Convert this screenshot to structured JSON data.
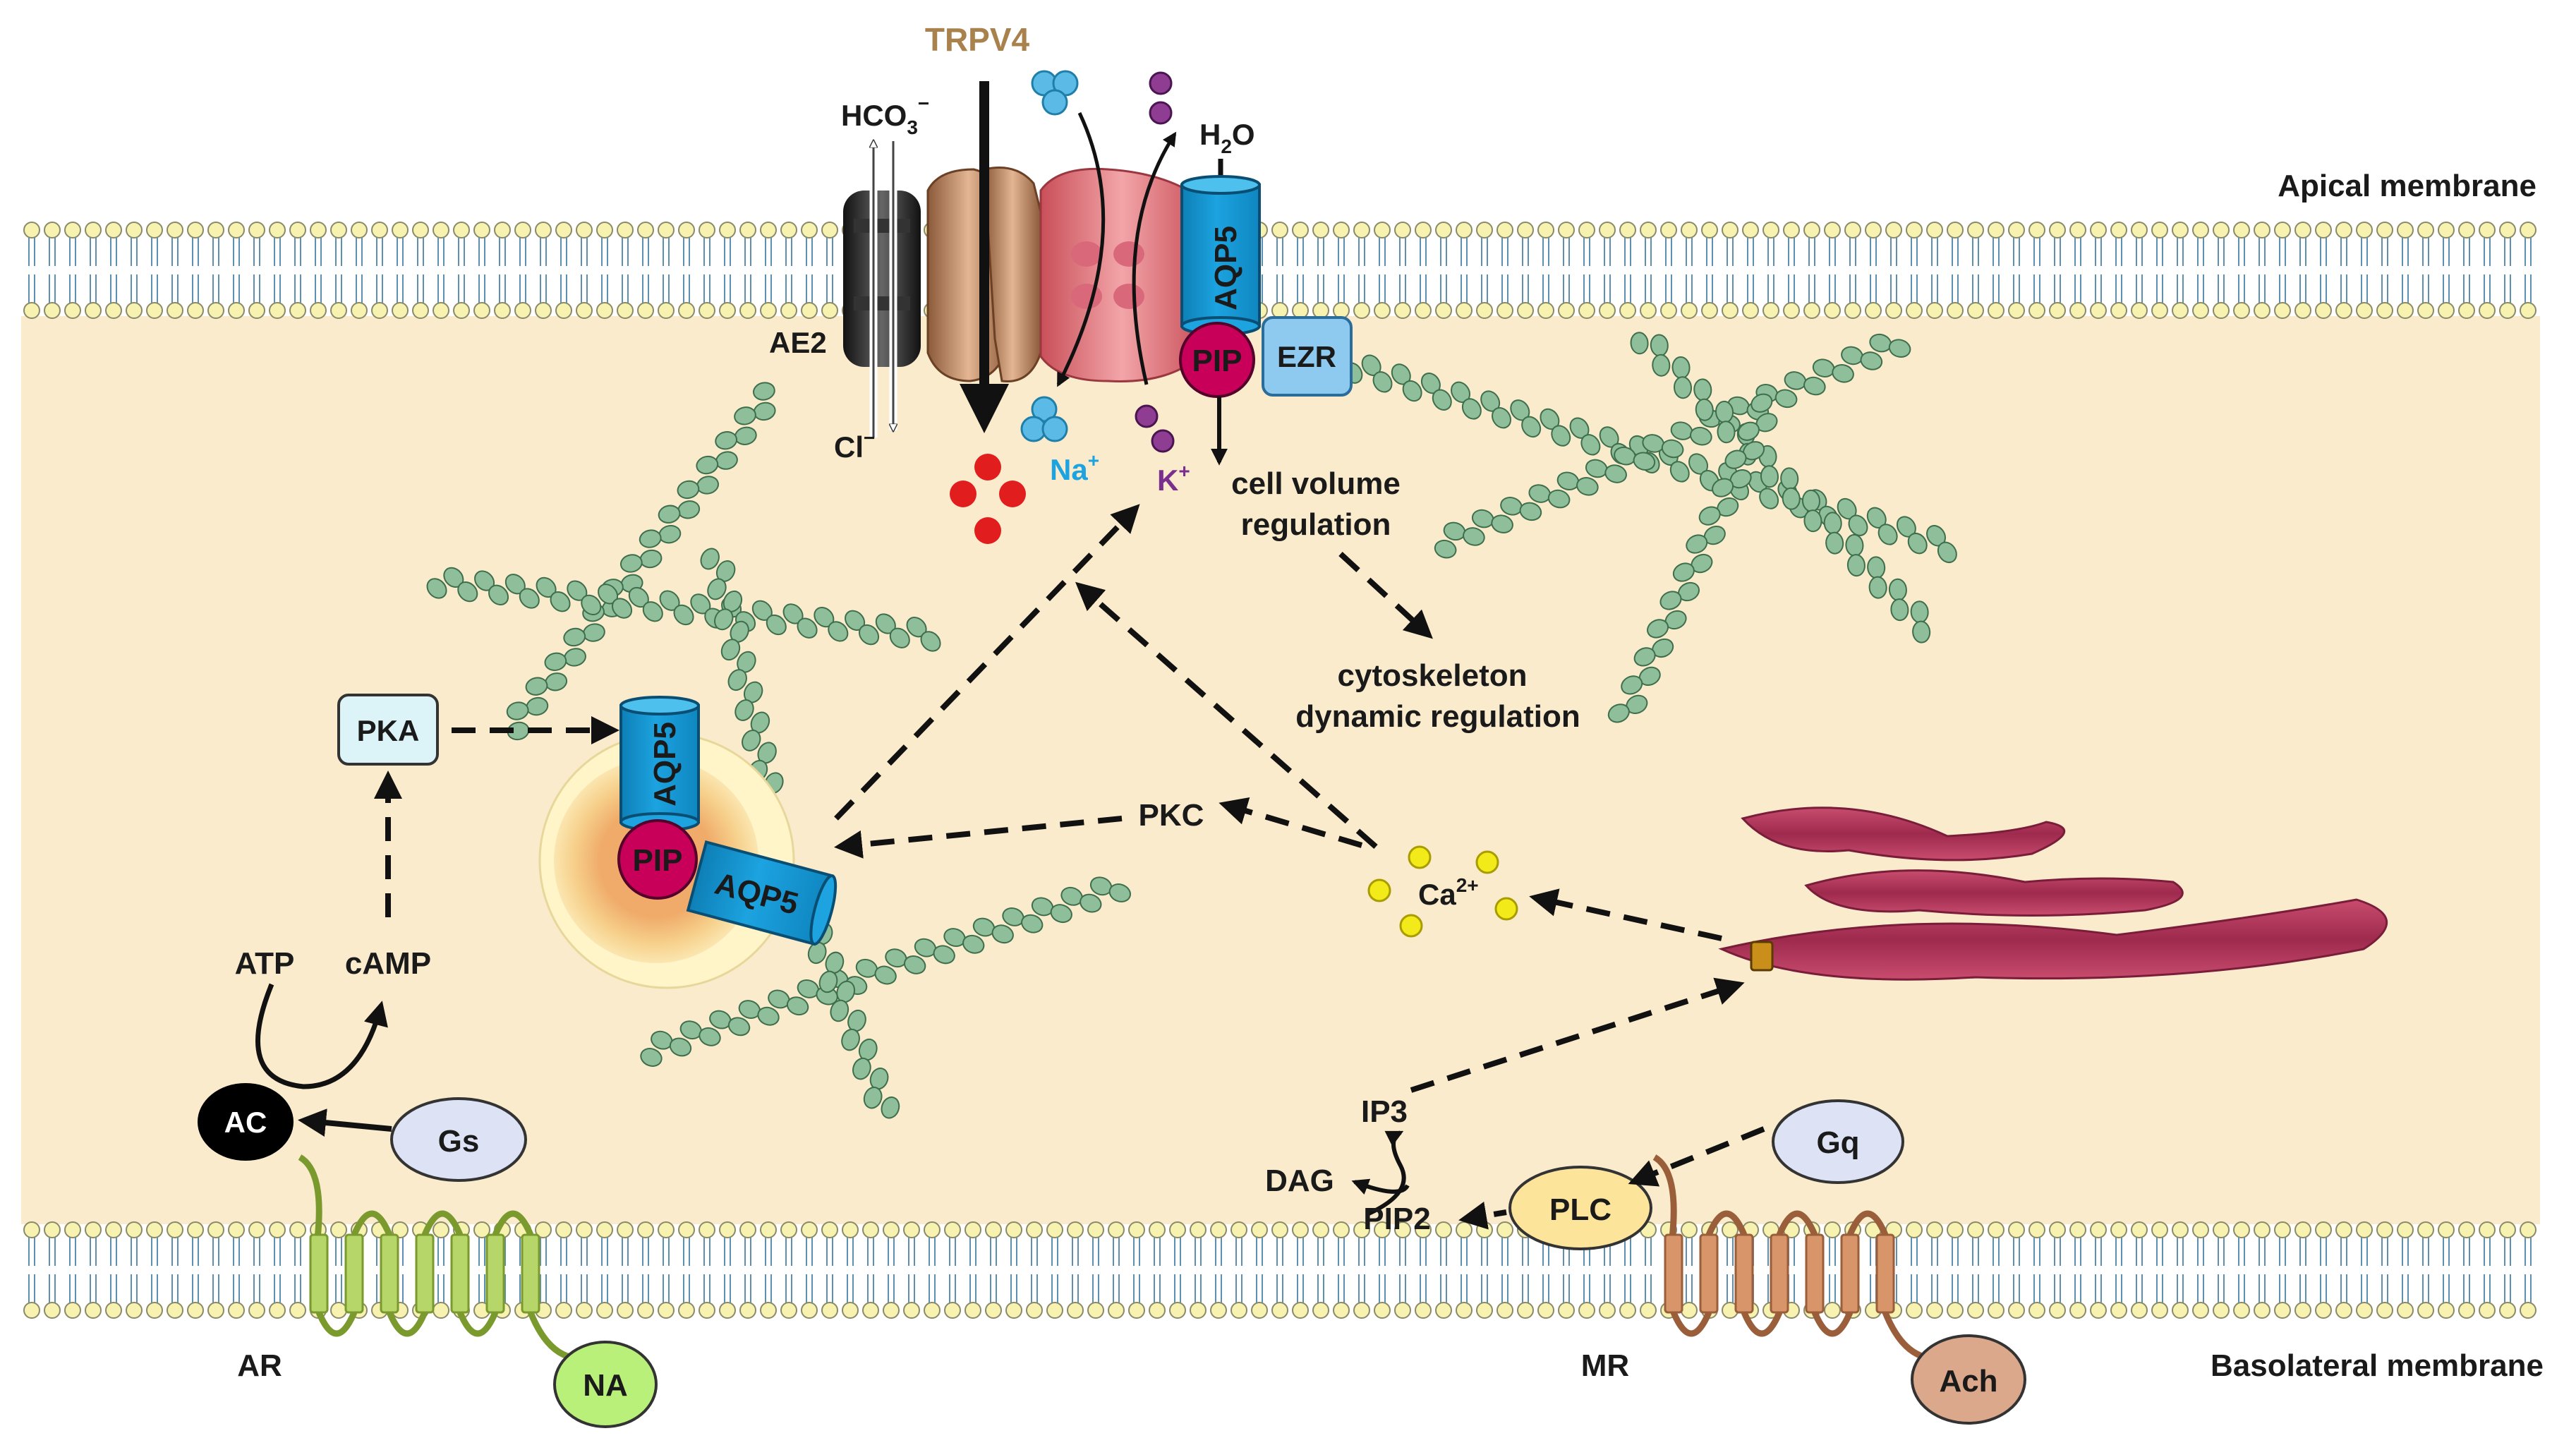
{
  "labels": {
    "trpv4": "TRPV4",
    "hco3": "HCO",
    "hco3_sub": "3",
    "hco3_sup": "−",
    "h2o_h": "H",
    "h2o_sub": "2",
    "h2o_o": "O",
    "apical": "Apical membrane",
    "basolateral": "Basolateral membrane",
    "ae2": "AE2",
    "cl": "Cl",
    "cl_sup": "−",
    "na": "Na",
    "na_sup": "+",
    "k": "K",
    "k_sup": "+",
    "aqp5": "AQP5",
    "pip": "PIP",
    "ezr": "EZR",
    "cell_volume_1": "cell volume",
    "cell_volume_2": "regulation",
    "cyto_1": "cytoskeleton",
    "cyto_2": "dynamic regulation",
    "pka": "PKA",
    "pkc": "PKC",
    "ca": "Ca",
    "ca_sup": "2+",
    "atp": "ATP",
    "camp": "cAMP",
    "ac": "AC",
    "gs": "Gs",
    "ar": "AR",
    "na_ligand": "NA",
    "ip3": "IP3",
    "dag": "DAG",
    "pip2": "PIP2",
    "plc": "PLC",
    "gq": "Gq",
    "mr": "MR",
    "ach": "Ach"
  },
  "colors": {
    "cytoplasm": "#f9ebcc",
    "aqp5": "#1ca3e0",
    "pip": "#c8005a",
    "ezr": "#8ec9f0",
    "pka": "#dcf4f8",
    "actin": "#8fbf9a",
    "er": "#b5375f",
    "calcium": "#f3ea1a",
    "sodium": "#5bbbe6",
    "potassium": "#8e3d93",
    "red_ion": "#e21d1d",
    "trpv4_text": "#a8814d",
    "na_text": "#1ca3e0",
    "k_text": "#7a2e8e",
    "ar_receptor": "#b7d66a",
    "mr_receptor": "#d8956a",
    "na_ligand": "#b9f07a",
    "ach_ligand": "#dba88c",
    "gs": "#dde3f4",
    "plc": "#fce49a"
  }
}
